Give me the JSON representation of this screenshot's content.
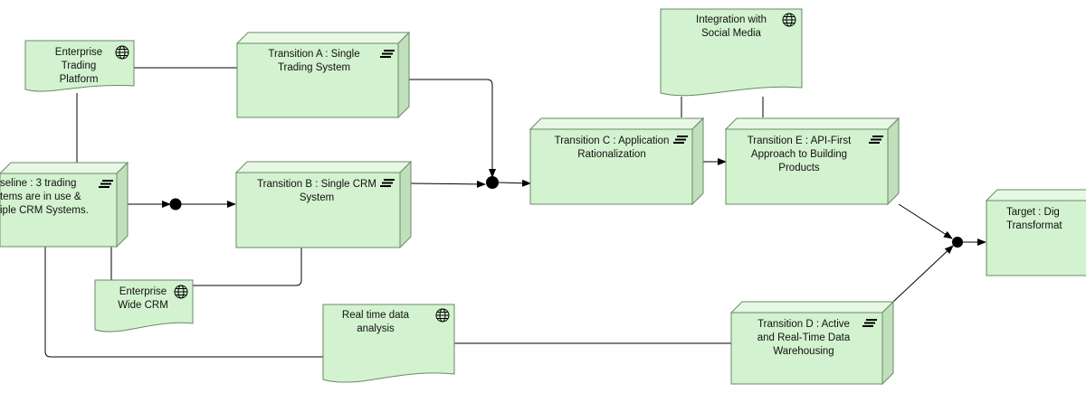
{
  "nodes": {
    "baseline": {
      "label": "seline : 3 trading\ntems are in use &\niple CRM Systems."
    },
    "transition_a": {
      "label": "Transition A : Single\nTrading System"
    },
    "transition_b": {
      "label": "Transition B : Single CRM\nSystem"
    },
    "transition_c": {
      "label": "Transition C : Application\nRationalization"
    },
    "transition_d": {
      "label": "Transition D : Active\nand Real-Time Data\nWarehousing"
    },
    "transition_e": {
      "label": "Transition E : API-First\nApproach to Building\nProducts"
    },
    "target": {
      "label": "Target :  Dig\nTransformat"
    }
  },
  "deliverables": {
    "enterprise_trading_platform": {
      "label": "Enterprise\nTrading\nPlatform"
    },
    "enterprise_wide_crm": {
      "label": "Enterprise\nWide CRM"
    },
    "real_time_data_analysis": {
      "label": "Real time data\nanalysis"
    },
    "integration_social_media": {
      "label": "Integration with\nSocial Media"
    }
  },
  "colors": {
    "fill": "#d3f2cf",
    "top": "#e7f8e4",
    "side": "#bfe0ba",
    "stroke": "#6a8a68",
    "line": "#000000"
  },
  "icons": {
    "plateau": "plateau-icon",
    "deliverable": "globe-icon"
  }
}
